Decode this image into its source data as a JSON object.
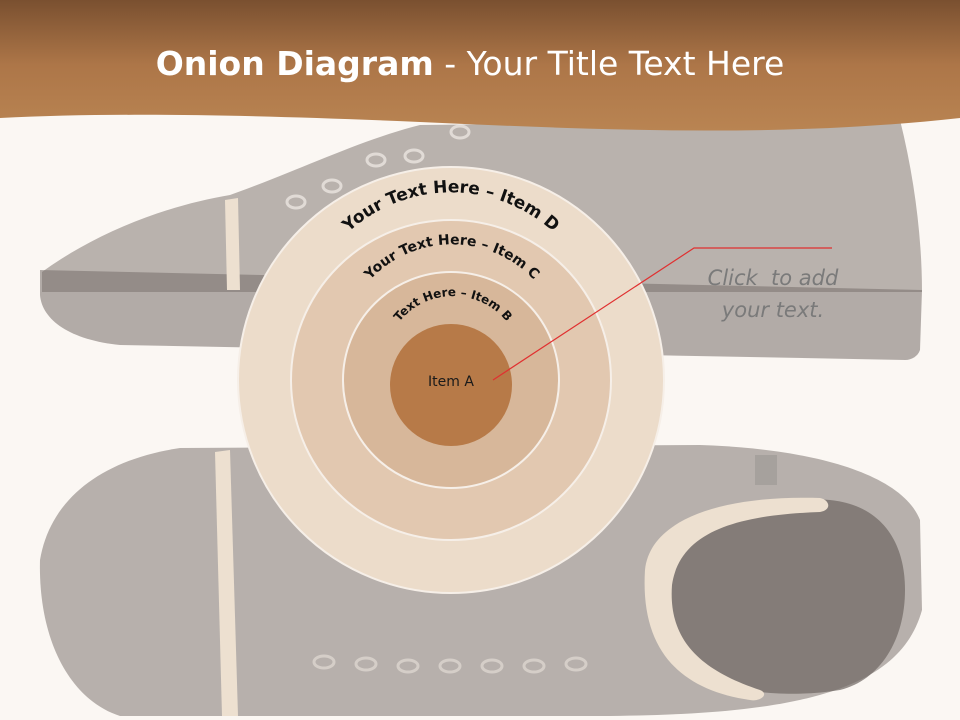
{
  "slide": {
    "title_bold": "Onion Diagram",
    "title_rest": " - Your Title Text Here",
    "callout_line1": "Click  to add",
    "callout_line2": "your text."
  },
  "diagram": {
    "layers": [
      {
        "label": "Item A",
        "fill": "#b77a48"
      },
      {
        "label": "Text Here – Item B",
        "fill": "#d7b79a"
      },
      {
        "label": "Your Text Here – Item C",
        "fill": "#e2c8b0"
      },
      {
        "label": "Your Text Here – Item D",
        "fill": "#ecdcca"
      }
    ]
  },
  "colors": {
    "header": "#b07848",
    "background": "#fbf7f3",
    "connector": "#e03030",
    "ring_border": "#f6efe8"
  },
  "icons": [
    "sneaker-photo"
  ]
}
